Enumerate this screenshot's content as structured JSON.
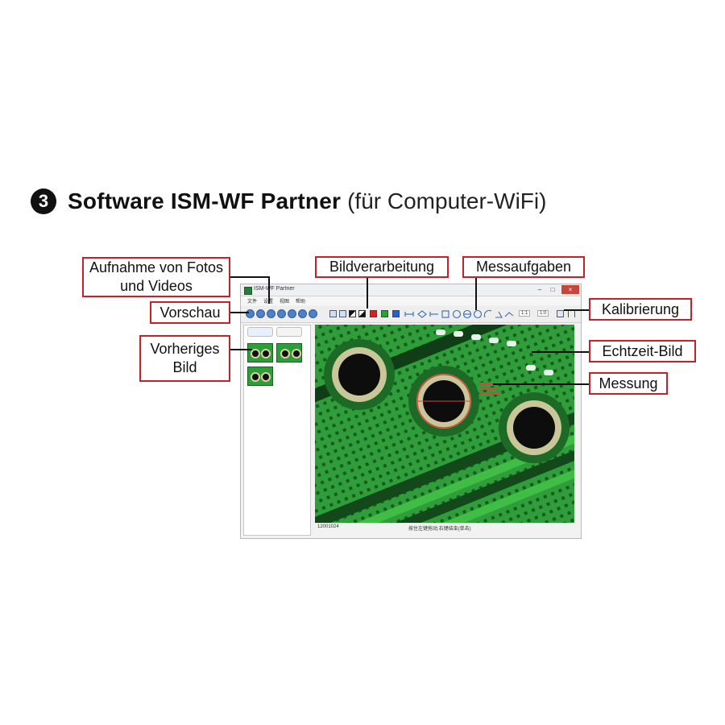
{
  "heading": {
    "step_number": "3",
    "title_bold": "Software ISM-WF Partner",
    "title_light": "(für Computer-WiFi)"
  },
  "callouts": {
    "capture": "Aufnahme von Fotos und Videos",
    "preview": "Vorschau",
    "previous_image": "Vorheriges Bild",
    "image_processing": "Bildverarbeitung",
    "measurement_tasks": "Messaufgaben",
    "calibration": "Kalibrierung",
    "live_image": "Echtzeit-Bild",
    "measurement": "Messung"
  },
  "app": {
    "title": "ISM-WF Partner",
    "window_buttons": [
      "–",
      "□",
      "×"
    ],
    "menu": [
      "文件",
      "设置",
      "视图",
      "帮助"
    ],
    "toolbar": {
      "zoom_value": "1:1",
      "scale_value": "1:0",
      "colors": {
        "red": "#d42323",
        "green": "#2e9e3a",
        "blue": "#2a5ec4"
      }
    },
    "status_left": "12001024",
    "status_right": "按住左键拖动,右键结束(单击)"
  },
  "colors": {
    "accent_red": "#c8202a",
    "pcb_green": "#2f9e3a"
  }
}
